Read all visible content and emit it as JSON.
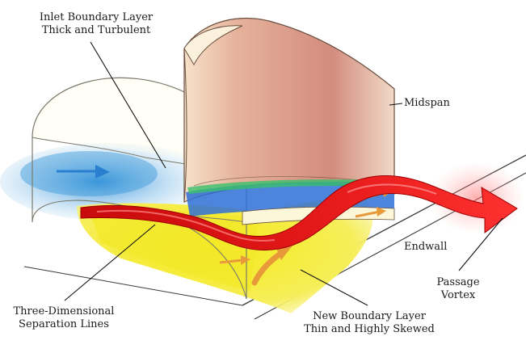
{
  "labels": {
    "inlet_line1": "Inlet Boundary Layer",
    "inlet_line2": "Thick and Turbulent",
    "midspan": "Midspan",
    "endwall": "Endwall",
    "passage_line1": "Passage",
    "passage_line2": "Vortex",
    "separation_line1": "Three-Dimensional",
    "separation_line2": "Separation Lines",
    "newbl_line1": "New Boundary Layer",
    "newbl_line2": "Thin and Highly Skewed"
  },
  "colors": {
    "inlet_flow": "#3aa0e0",
    "endwall_fill": "#f2ea2a",
    "blade_pressure_side": "#d98f82",
    "vortex": "#e01010",
    "arrow_orange": "#e89a3a",
    "leader": "#111111"
  }
}
